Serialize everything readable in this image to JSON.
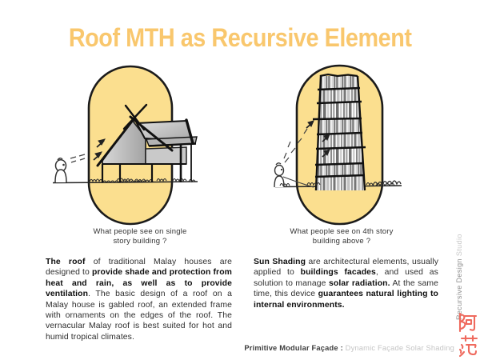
{
  "title": "Roof MTH as Recursive Element",
  "colors": {
    "title": "#F9C76D",
    "pill_fill": "#FBDF8F",
    "outline": "#1b1b1b",
    "seal_red": "#EF6A5E",
    "body_text": "#2d2d2d",
    "footer_light": "#c5c5c5",
    "sidebar_dark": "#8f8f8f",
    "sidebar_light": "#c8c8c8"
  },
  "panels": {
    "left": {
      "caption_line1": "What people see on single",
      "caption_line2": "story building ?",
      "illustration": "single-story-malay-house-sketch"
    },
    "right": {
      "caption_line1": "What people see on 4th story",
      "caption_line2": "building above ?",
      "illustration": "multi-story-shaded-tower-sketch"
    }
  },
  "paragraphs": {
    "left": [
      {
        "t": "The roof",
        "b": true
      },
      {
        "t": " of traditional Malay houses are designed to ",
        "b": false
      },
      {
        "t": "provide shade and protection from heat and rain, as well as to provide ventilation",
        "b": true
      },
      {
        "t": ". The basic design of a roof on a Malay house is gabled roof, an extended frame with ornaments on the edges of the roof. The vernacular Malay roof is best suited for hot and humid tropical climates.",
        "b": false
      }
    ],
    "right": [
      {
        "t": "Sun Shading",
        "b": true
      },
      {
        "t": " are architectural elements, usually applied to ",
        "b": false
      },
      {
        "t": "buildings facades",
        "b": true
      },
      {
        "t": ", and used as solution to manage ",
        "b": false
      },
      {
        "t": "solar radiation.",
        "b": true
      },
      {
        "t": " At the same time, this device ",
        "b": false
      },
      {
        "t": "guarantees natural lighting to internal environments.",
        "b": true
      }
    ]
  },
  "sidebar": {
    "credit_dark": "Recursive Design",
    "credit_light": " Studio"
  },
  "seal": {
    "text": "阿范"
  },
  "footer": {
    "label_dark": "Primitive Modular Façade : ",
    "label_light": "Dynamic Façade Solar Shading"
  }
}
